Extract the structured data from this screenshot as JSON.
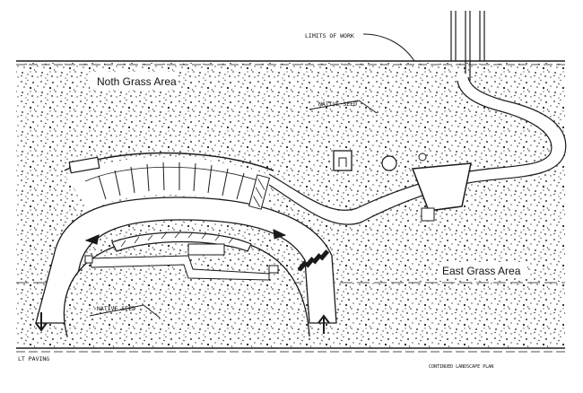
{
  "labels": {
    "north_grass_area": "Noth Grass Area",
    "east_grass_area": "East Grass Area",
    "limits_of_work": "LIMITS OF WORK",
    "native_seed_upper": "NATIVE SEED",
    "native_seed_lower": "NATIVE SEED",
    "paving": "LT PAVING",
    "bottom_note": "CONTINUED LANDSCAPE PLAN"
  },
  "colors": {
    "ink": "#1a1a1a",
    "paper": "#ffffff",
    "label_box": "#ffffff"
  }
}
